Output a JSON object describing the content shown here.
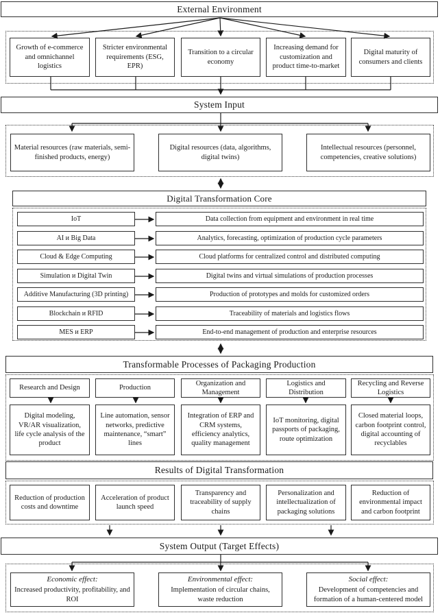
{
  "colors": {
    "border": "#2e2e2e",
    "background": "#ffffff",
    "text": "#1a1a1a"
  },
  "diagram": {
    "external_environment": {
      "title": "External Environment",
      "factors": [
        "Growth of e-commerce and omnichannel logistics",
        "Stricter environmental requirements (ESG, EPR)",
        "Transition to a circular economy",
        "Increasing demand for customization and product time-to-market",
        "Digital maturity of consumers and clients"
      ]
    },
    "system_input": {
      "title": "System Input",
      "resources": [
        "Material resources (raw materials, semi-finished products, energy)",
        "Digital resources (data, algorithms, digital twins)",
        "Intellectual resources (personnel, competencies, creative solutions)"
      ]
    },
    "core": {
      "title": "Digital Transformation Core",
      "rows": [
        {
          "tech": "IoT",
          "function": "Data collection from equipment and environment in real time"
        },
        {
          "tech": "AI и Big Data",
          "function": "Analytics, forecasting, optimization of production cycle parameters"
        },
        {
          "tech": "Cloud & Edge Computing",
          "function": "Cloud platforms for centralized control and distributed computing"
        },
        {
          "tech": "Simulation и Digital Twin",
          "function": "Digital twins and virtual simulations of production processes"
        },
        {
          "tech": "Additive Manufacturing (3D printing)",
          "function": "Production of prototypes and molds for customized orders"
        },
        {
          "tech": "Blockchain и RFID",
          "function": "Traceability of materials and logistics flows"
        },
        {
          "tech": "MES и ERP",
          "function": "End-to-end management of production and enterprise resources"
        }
      ]
    },
    "processes": {
      "title": "Transformable Processes of Packaging Production",
      "columns": [
        {
          "header": "Research and Design",
          "body": "Digital modeling, VR/AR visualization, life cycle analysis of the product"
        },
        {
          "header": "Production",
          "body": "Line automation, sensor networks, predictive maintenance, “smart” lines"
        },
        {
          "header": "Organization and Management",
          "body": "Integration of ERP and CRM systems, efficiency analytics, quality management"
        },
        {
          "header": "Logistics and Distribution",
          "body": "IoT monitoring, digital passports of packaging, route optimization"
        },
        {
          "header": "Recycling and Reverse Logistics",
          "body": "Closed material loops, carbon footprint control, digital accounting of recyclables"
        }
      ]
    },
    "results": {
      "title": "Results of Digital Transformation",
      "items": [
        "Reduction of production costs and downtime",
        "Acceleration of product launch speed",
        "Transparency and traceability of supply chains",
        "Personalization and intellectualization of packaging solutions",
        "Reduction of environmental impact and carbon footprint"
      ]
    },
    "system_output": {
      "title": "System Output (Target Effects)",
      "effects": [
        {
          "label": "Economic effect:",
          "text": "Increased productivity, profitability, and ROI"
        },
        {
          "label": "Environmental effect:",
          "text": "Implementation of circular chains, waste reduction"
        },
        {
          "label": "Social effect:",
          "text": "Development of competencies and formation of a human-centered model"
        }
      ]
    }
  }
}
